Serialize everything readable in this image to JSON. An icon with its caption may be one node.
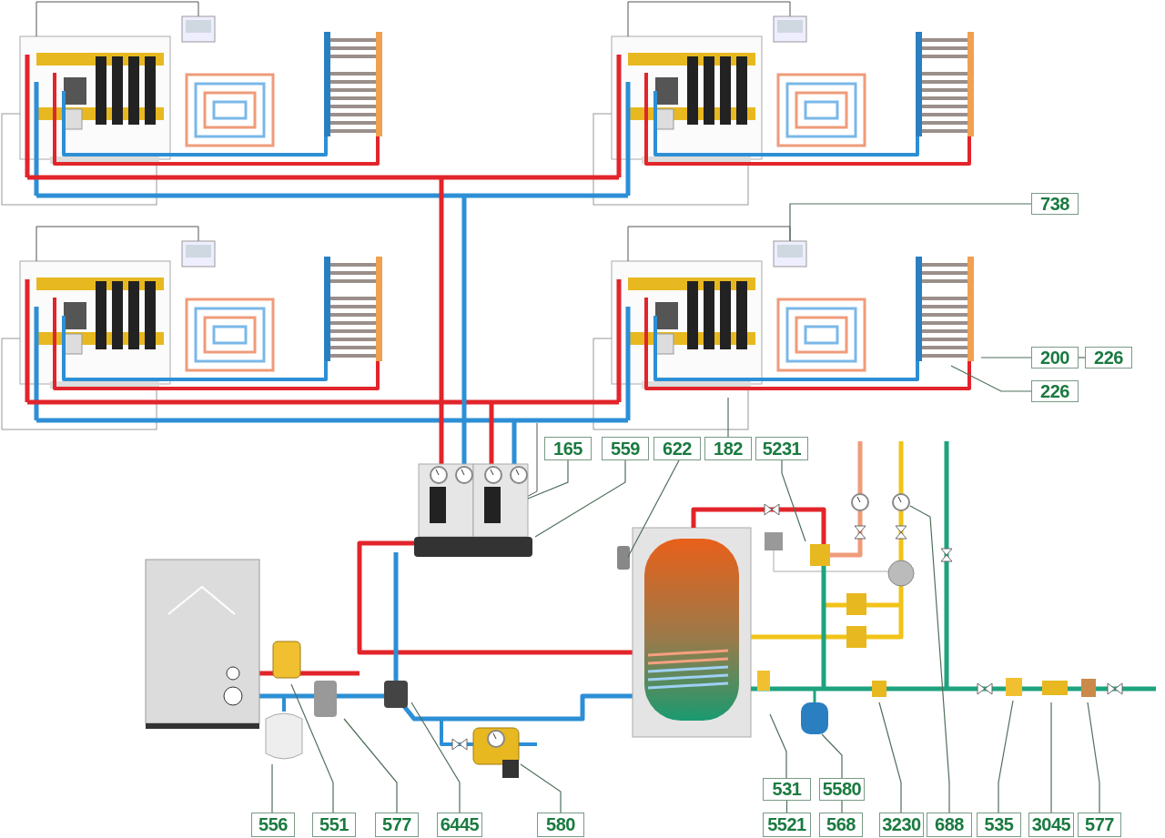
{
  "diagram": {
    "nodes": [
      {
        "text": [
          "738"
        ]
      },
      {
        "text": [
          "200"
        ]
      },
      {
        "text": [
          "226"
        ]
      },
      {
        "text": [
          "226"
        ]
      },
      {
        "text": [
          "165"
        ]
      },
      {
        "text": [
          "559"
        ]
      },
      {
        "text": [
          "622"
        ]
      },
      {
        "text": [
          "182"
        ]
      },
      {
        "text": [
          "5231"
        ]
      },
      {
        "text": [
          "531"
        ]
      },
      {
        "text": [
          "5580"
        ]
      },
      {
        "text": [
          "556"
        ]
      },
      {
        "text": [
          "551"
        ]
      },
      {
        "text": [
          "577"
        ]
      },
      {
        "text": [
          "6445"
        ]
      },
      {
        "text": [
          "580"
        ]
      },
      {
        "text": [
          "5521"
        ]
      },
      {
        "text": [
          "568"
        ]
      },
      {
        "text": [
          "3230"
        ]
      },
      {
        "text": [
          "688"
        ]
      },
      {
        "text": [
          "535"
        ]
      },
      {
        "text": [
          "3045"
        ]
      },
      {
        "text": [
          "577"
        ]
      }
    ],
    "edges": [
      {
        "from": 0,
        "to": null,
        "arrow": "none"
      },
      {
        "from": 1,
        "to": null,
        "arrow": "none"
      },
      {
        "from": 1,
        "to": 2,
        "arrow": "none"
      },
      {
        "from": 3,
        "to": null,
        "arrow": "none"
      },
      {
        "from": 4,
        "to": null,
        "arrow": "none"
      },
      {
        "from": 5,
        "to": null,
        "arrow": "none"
      },
      {
        "from": 6,
        "to": null,
        "arrow": "none"
      },
      {
        "from": 7,
        "to": null,
        "arrow": "none"
      },
      {
        "from": 8,
        "to": null,
        "arrow": "none"
      },
      {
        "from": 9,
        "to": null,
        "arrow": "none"
      },
      {
        "from": 9,
        "to": 16,
        "arrow": "none"
      },
      {
        "from": 10,
        "to": null,
        "arrow": "none"
      },
      {
        "from": 10,
        "to": 17,
        "arrow": "none"
      },
      {
        "from": 11,
        "to": null,
        "arrow": "none"
      },
      {
        "from": 12,
        "to": null,
        "arrow": "none"
      },
      {
        "from": 13,
        "to": null,
        "arrow": "none"
      },
      {
        "from": 14,
        "to": null,
        "arrow": "none"
      },
      {
        "from": 15,
        "to": null,
        "arrow": "none"
      },
      {
        "from": 18,
        "to": null,
        "arrow": "none"
      },
      {
        "from": 19,
        "to": null,
        "arrow": "none"
      },
      {
        "from": 20,
        "to": null,
        "arrow": "none"
      },
      {
        "from": 21,
        "to": null,
        "arrow": "none"
      },
      {
        "from": 22,
        "to": null,
        "arrow": "none"
      }
    ]
  }
}
